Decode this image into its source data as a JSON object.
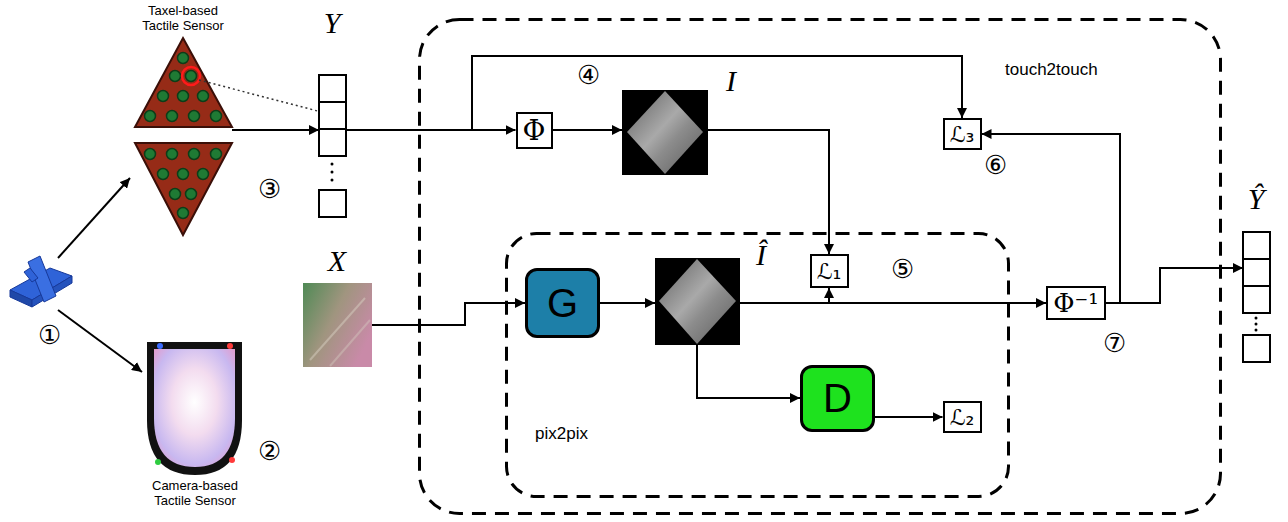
{
  "diagram": {
    "nodes": [
      {
        "text": [
          "Taxel-based Tactile Sensor"
        ]
      },
      {
        "text": [
          "Y"
        ]
      },
      {
        "text": [
          "touch2touch"
        ]
      },
      {
        "text": [
          "Φ"
        ],
        "in": 2
      },
      {
        "text": [
          "I"
        ],
        "in": 2
      },
      {
        "text": [
          "ℒ₃"
        ],
        "in": 2
      },
      {
        "text": [
          "pix2pix"
        ],
        "in": 2
      },
      {
        "text": [
          "ℒ₁"
        ],
        "in": 6
      },
      {
        "text": [
          "G"
        ],
        "in": 6
      },
      {
        "text": [
          "Î"
        ],
        "in": 6
      },
      {
        "text": [
          "D"
        ],
        "in": 6
      },
      {
        "text": [
          "ℒ₂"
        ],
        "in": 6
      },
      {
        "text": [
          "Φ⁻¹"
        ],
        "in": 2
      },
      {
        "text": [
          "Camera-based Tactile Sensor"
        ]
      },
      {
        "text": [
          "X"
        ]
      },
      {
        "text": [
          "Ŷ"
        ]
      }
    ],
    "edges": [
      {
        "from": 0,
        "to": 1,
        "arrow": "to"
      },
      {
        "from": 1,
        "to": 3,
        "arrow": "to"
      },
      {
        "from": 1,
        "to": 5,
        "arrow": "to"
      },
      {
        "from": 3,
        "to": 4,
        "arrow": "to"
      },
      {
        "from": 4,
        "to": 7,
        "arrow": "to"
      },
      {
        "from": 14,
        "to": 8,
        "arrow": "to"
      },
      {
        "from": 8,
        "to": 9,
        "arrow": "to"
      },
      {
        "from": 9,
        "to": 7,
        "arrow": "to"
      },
      {
        "from": 9,
        "to": 12,
        "arrow": "to"
      },
      {
        "from": 9,
        "to": 10,
        "arrow": "to"
      },
      {
        "from": 10,
        "to": 11,
        "arrow": "to"
      },
      {
        "from": 12,
        "to": 5,
        "arrow": "to"
      },
      {
        "from": 12,
        "to": 15,
        "arrow": "to"
      }
    ],
    "labels": [
      "①",
      "②",
      "③",
      "④",
      "⑤",
      "⑥",
      "⑦"
    ]
  }
}
